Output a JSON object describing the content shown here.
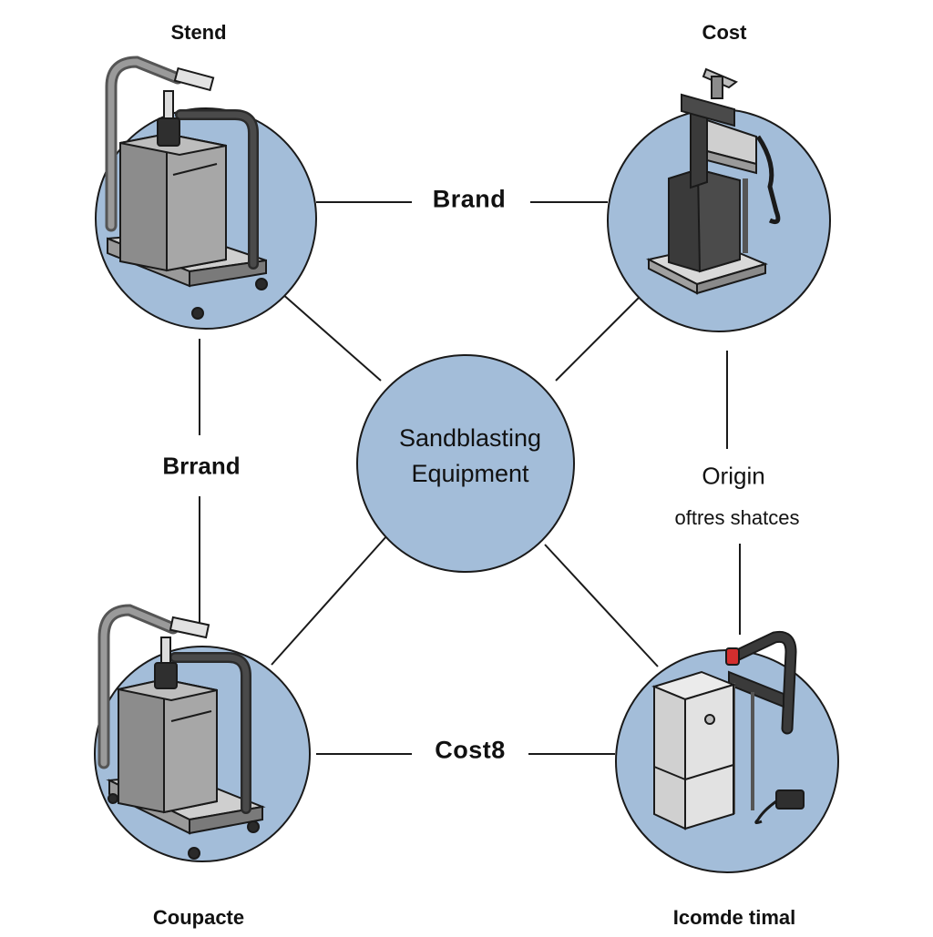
{
  "diagram": {
    "center": {
      "line1": "Sandblasting",
      "line2": "Equipment"
    },
    "edge_labels": {
      "top": "Brand",
      "left": "Brrand",
      "bottom": "Cost8"
    },
    "right_labels": {
      "title": "Origin",
      "subtitle": "oftres shatces"
    },
    "corner_labels": {
      "top_left": "Stend",
      "top_right": "Cost",
      "bottom_left": "Coupacte",
      "bottom_right": "Icomde timal"
    },
    "nodes": [
      {
        "id": "top-left",
        "icon": "pressure-pot-sandblaster-icon"
      },
      {
        "id": "top-right",
        "icon": "blast-cabinet-unit-icon"
      },
      {
        "id": "bottom-left",
        "icon": "pressure-pot-sandblaster-icon"
      },
      {
        "id": "bottom-right",
        "icon": "industrial-blaster-with-hose-icon"
      }
    ],
    "colors": {
      "node_fill": "#A3BDD9",
      "stroke": "#1A1A1A",
      "machine_gray": "#8C8C8C",
      "machine_dark": "#3A3A3A",
      "machine_light": "#E2E2E2",
      "accent_red": "#D42E2E"
    }
  }
}
